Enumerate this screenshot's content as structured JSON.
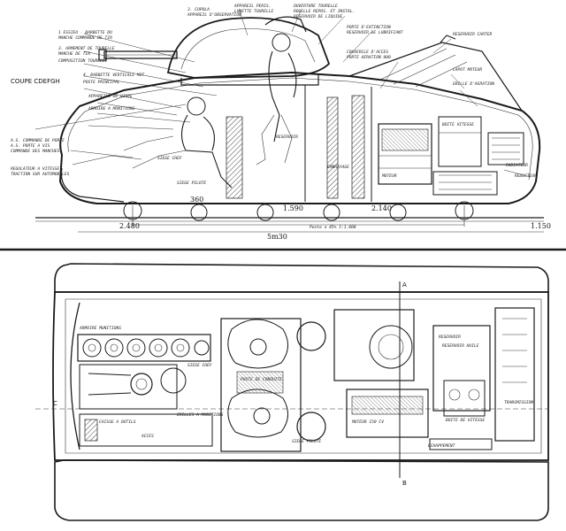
{
  "side_view": {
    "section_label": "COUPE CDEFGH",
    "labels_left": [
      "1 ESSIEU - BARBETTE DU",
      "MANCHE COMMANDE DE TIR",
      "3. ARMEMENT DE TOURELLE",
      "MANCHE DE TIR",
      "COMPOSITION TOURELLE",
      "4. BARBETTE VERTICALE MIT",
      "POSTE PRINCIPAL",
      "APPAREILS DE VISEE",
      "ARMOIRE A MUNITIONS",
      "A.S. COMMANDE DE PORTE",
      "A.S. PORTE A VIS",
      "COMMANDE DES MANCHES",
      "REGULATEUR A VITESSE",
      "TRACTION SUR AUTOMOBILES"
    ],
    "labels_top": [
      "3. CUPOLA",
      "APPAREIL D'OBSERVATION",
      "APPAREIL PERIS.",
      "LUNETTE TOURELLE",
      "OUVERTURE TOURELLE",
      "ROUELLE REPOS. ET INSTAL.",
      "RESERVOIR DE LIQUIDE",
      "PORTE D'EXTINCTION",
      "RESERVOIR DE LUBRIFIANT",
      "COUVERCLE D'ACCES",
      "PORTE AERATION 800",
      "RESERVOIR CARTER",
      "CAPOT MOTEUR",
      "GRILLE D'AERATION",
      "RADIATEUR"
    ],
    "labels_inner": [
      "SIEGE CHEF",
      "SIEGE PILOTE",
      "RESERVOIR",
      "MOTEUR",
      "BOITE VITESSE",
      "EMBRAYAGE",
      "REDUCTEUR"
    ],
    "dimensions": {
      "wheelbase": "360",
      "mid_span": "1.590",
      "rear_span": "2.140",
      "front_dim": "2.480",
      "total_length": "5m30",
      "rear_height": "1.150",
      "scale_note": "Pente a 45% 1:1.800"
    }
  },
  "top_view": {
    "section_marks": [
      "A",
      "B",
      "C"
    ],
    "labels": [
      "ARMOIRE MUNITIONS",
      "SIEGE CHEF",
      "POSTE DE CONDUITE",
      "SIEGE PILOTE",
      "GRILLES A MUNITIONS",
      "ACCES",
      "CAISSE A OUTILS",
      "RESERVOIR",
      "MOTEUR 150 CV",
      "BOITE DE VITESSE",
      "ECHAPPEMENT",
      "RESERVOIR HUILE",
      "TRANSMISSION"
    ]
  }
}
